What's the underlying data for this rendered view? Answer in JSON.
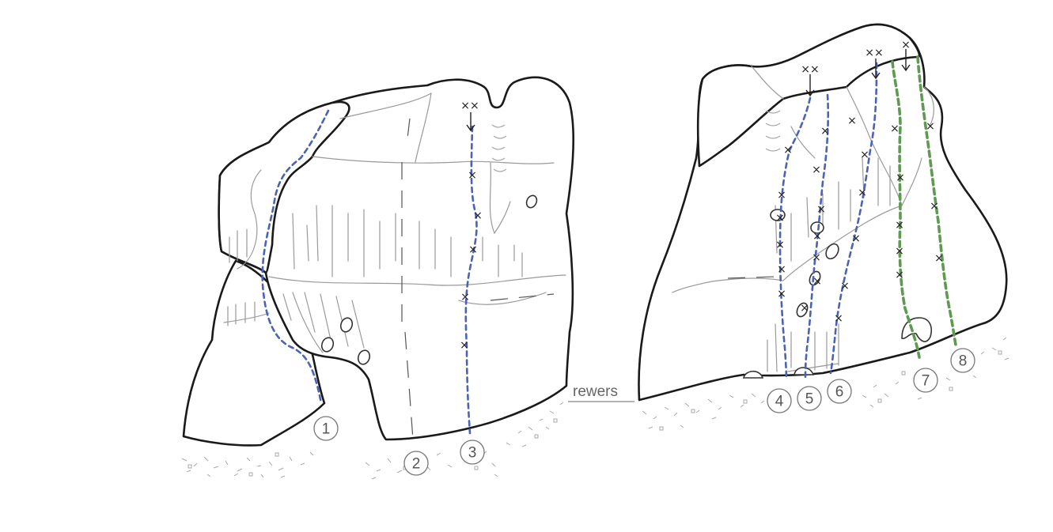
{
  "diagram": {
    "direction_label": "rewers",
    "bolt_glyph": "×",
    "anchor_glyph": "××",
    "route_colors": {
      "blue": "#4a63b5",
      "green": "#5f9a52"
    },
    "routes": [
      {
        "number": "1",
        "color": "blue"
      },
      {
        "number": "2",
        "color": "none"
      },
      {
        "number": "3",
        "color": "blue"
      },
      {
        "number": "4",
        "color": "blue"
      },
      {
        "number": "5",
        "color": "blue"
      },
      {
        "number": "6",
        "color": "blue"
      },
      {
        "number": "7",
        "color": "green"
      },
      {
        "number": "8",
        "color": "green"
      }
    ]
  }
}
